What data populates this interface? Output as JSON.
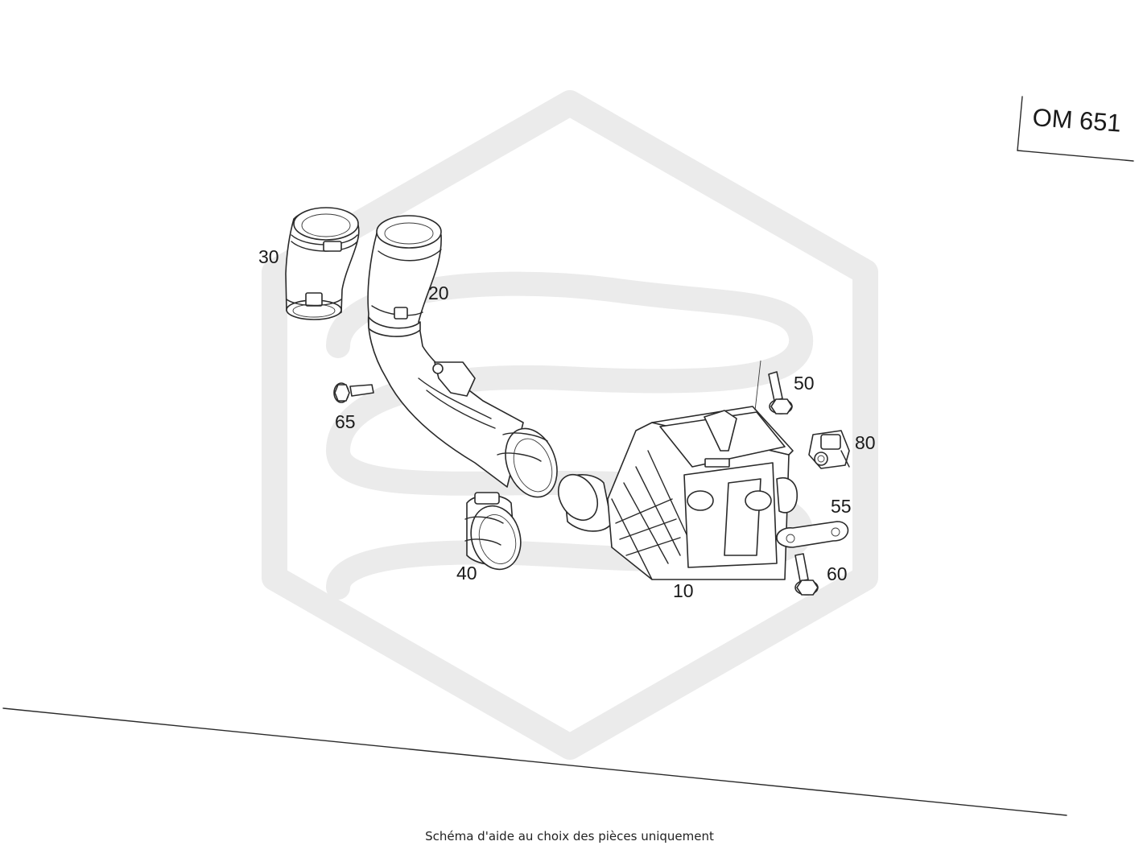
{
  "engine_label": "OM 651",
  "caption": "Schéma d'aide au choix des pièces uniquement",
  "callouts": [
    {
      "id": "10",
      "text": "10"
    },
    {
      "id": "20",
      "text": "20"
    },
    {
      "id": "30",
      "text": "30"
    },
    {
      "id": "40",
      "text": "40"
    },
    {
      "id": "50",
      "text": "50"
    },
    {
      "id": "55",
      "text": "55"
    },
    {
      "id": "60",
      "text": "60"
    },
    {
      "id": "65",
      "text": "65"
    },
    {
      "id": "80",
      "text": "80"
    }
  ]
}
